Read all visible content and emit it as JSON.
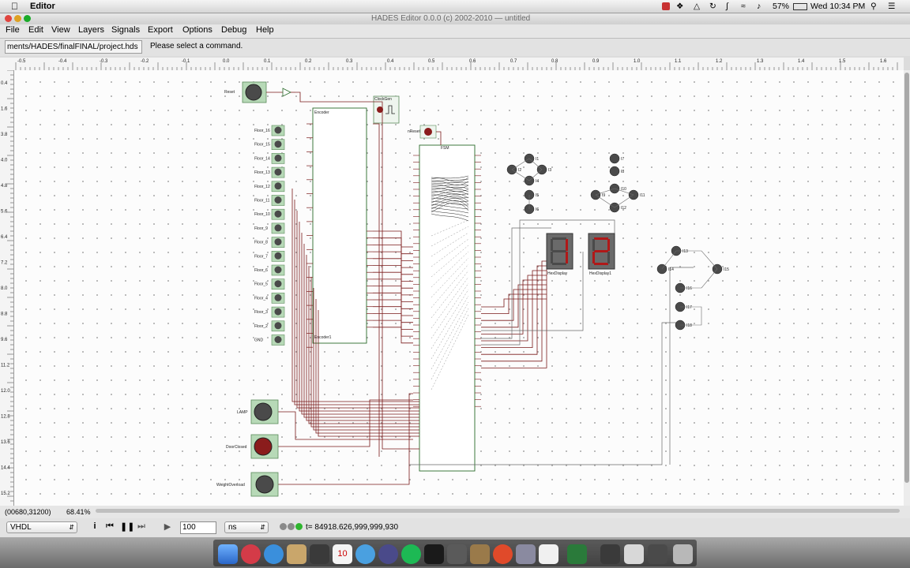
{
  "system_bar": {
    "app_name": "Editor",
    "battery": "57%",
    "clock": "Wed 10:34 PM"
  },
  "window": {
    "title": "HADES Editor 0.0.0 (c) 2002-2010 — untitled"
  },
  "menu": [
    "File",
    "Edit",
    "View",
    "Layers",
    "Signals",
    "Export",
    "Options",
    "Debug",
    "Help"
  ],
  "toolbar": {
    "path": "ments/HADES/finalFINAL/project.hds",
    "status": "Please select a command."
  },
  "ruler": {
    "h_ticks": [
      "-0.5",
      "-0.4",
      "-0.3",
      "-0.2",
      "-0.1",
      "0.0",
      "0.1",
      "0.2",
      "0.3",
      "0.4",
      "0.5",
      "0.6",
      "0.7",
      "0.8",
      "0.9",
      "1.0",
      "1.1",
      "1.2",
      "1.3",
      "1.4",
      "1.5",
      "1.6"
    ],
    "v_ticks": [
      "0.4",
      "1.6",
      "3.8",
      "4.0",
      "4.8",
      "5.6",
      "6.4",
      "7.2",
      "8.0",
      "8.8",
      "9.6",
      "11.2",
      "12.0",
      "12.8",
      "13.6",
      "14.4",
      "15.2"
    ]
  },
  "canvas_status": {
    "coords": "(00680,31200)",
    "zoom": "68.41%"
  },
  "controls": {
    "language": "VHDL",
    "steps": "100",
    "unit": "ns",
    "sim_time": "t= 84918.626,999,999,930"
  },
  "colors": {
    "wire": "#7a1a1a",
    "wire_gray": "#6a6a6a",
    "led_on": "#8a1c1c",
    "segment_on": "#b01818",
    "segment_off": "#4a4a4a",
    "indicator_green": "#2fb52f"
  },
  "schematic": {
    "inputs": [
      "Reset",
      "Floor_16",
      "Floor_15",
      "Floor_14",
      "Floor_13",
      "Floor_12",
      "Floor_11",
      "Floor_10",
      "Floor_9",
      "Floor_8",
      "Floor_7",
      "Floor_6",
      "Floor_5",
      "Floor_4",
      "Floor_3",
      "Floor_2",
      "GND"
    ],
    "bottom_inputs": [
      "LAMP",
      "DoorClosed",
      "WeightOverload"
    ],
    "clock": "ClockGen",
    "encoder_label": "Encoder1",
    "fsm_label": "FSM",
    "hex_displays": [
      {
        "label": "HexDisplay",
        "digit": "1"
      },
      {
        "label": "HexDisplay1",
        "digit": "2"
      }
    ],
    "nreset_label": "nReset",
    "output_leds": [
      "I1",
      "I2",
      "I3",
      "I4",
      "I5",
      "I6",
      "I7",
      "I8",
      "I9",
      "I10",
      "I11",
      "I12",
      "I13",
      "I14",
      "I15",
      "I16",
      "I17",
      "I18"
    ]
  }
}
